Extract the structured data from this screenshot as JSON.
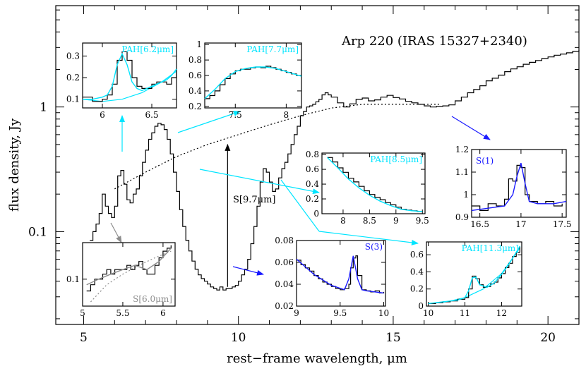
{
  "chart_data": {
    "main": {
      "type": "line",
      "title": "Arp 220 (IRAS 15327+2340)",
      "xlabel": "rest−frame wavelength, μm",
      "ylabel": "flux density, Jy",
      "xlim": [
        4.1,
        21.0
      ],
      "ylim": [
        0.018,
        6.5
      ],
      "yscale": "log",
      "xticks": [
        5,
        10,
        15,
        20
      ],
      "yticks": [
        0.1,
        1
      ],
      "ytick_labels": [
        "0.1",
        "1"
      ],
      "spectrum": {
        "x": [
          5.2,
          5.3,
          5.4,
          5.5,
          5.6,
          5.7,
          5.8,
          5.9,
          6.0,
          6.1,
          6.2,
          6.3,
          6.4,
          6.5,
          6.6,
          6.7,
          6.8,
          6.9,
          7.0,
          7.1,
          7.2,
          7.3,
          7.4,
          7.5,
          7.6,
          7.7,
          7.8,
          7.9,
          8.0,
          8.1,
          8.2,
          8.3,
          8.4,
          8.5,
          8.6,
          8.7,
          8.8,
          8.9,
          9.0,
          9.1,
          9.2,
          9.3,
          9.4,
          9.5,
          9.6,
          9.7,
          9.8,
          9.9,
          10.0,
          10.1,
          10.2,
          10.3,
          10.4,
          10.5,
          10.6,
          10.7,
          10.8,
          10.9,
          11.0,
          11.1,
          11.2,
          11.3,
          11.4,
          11.5,
          11.6,
          11.7,
          11.8,
          11.9,
          12.0,
          12.1,
          12.2,
          12.3,
          12.4,
          12.5,
          12.6,
          12.7,
          12.8,
          12.9,
          13.0,
          13.2,
          13.4,
          13.6,
          13.8,
          14.0,
          14.2,
          14.4,
          14.6,
          14.8,
          15.0,
          15.2,
          15.4,
          15.6,
          15.8,
          16.0,
          16.2,
          16.4,
          16.6,
          16.8,
          17.0,
          17.2,
          17.4,
          17.6,
          17.8,
          18.0,
          18.2,
          18.4,
          18.6,
          18.8,
          19.0,
          19.2,
          19.4,
          19.6,
          19.8,
          20.0,
          20.2,
          20.4,
          20.6,
          20.8,
          21.0
        ],
        "y": [
          0.085,
          0.1,
          0.115,
          0.14,
          0.2,
          0.16,
          0.14,
          0.13,
          0.16,
          0.28,
          0.31,
          0.24,
          0.18,
          0.17,
          0.2,
          0.22,
          0.28,
          0.36,
          0.45,
          0.55,
          0.62,
          0.7,
          0.74,
          0.72,
          0.66,
          0.55,
          0.42,
          0.3,
          0.21,
          0.15,
          0.11,
          0.085,
          0.07,
          0.058,
          0.05,
          0.045,
          0.042,
          0.04,
          0.038,
          0.036,
          0.035,
          0.034,
          0.036,
          0.034,
          0.035,
          0.035,
          0.036,
          0.037,
          0.04,
          0.045,
          0.05,
          0.06,
          0.08,
          0.11,
          0.16,
          0.25,
          0.32,
          0.3,
          0.25,
          0.21,
          0.22,
          0.27,
          0.32,
          0.36,
          0.42,
          0.5,
          0.6,
          0.7,
          0.85,
          0.92,
          1.0,
          1.02,
          1.05,
          1.1,
          1.15,
          1.25,
          1.3,
          1.25,
          1.2,
          1.08,
          1.0,
          1.06,
          1.15,
          1.18,
          1.12,
          1.14,
          1.2,
          1.24,
          1.19,
          1.16,
          1.11,
          1.08,
          1.05,
          1.02,
          1.0,
          1.01,
          1.02,
          1.04,
          1.12,
          1.2,
          1.3,
          1.38,
          1.48,
          1.62,
          1.7,
          1.8,
          1.92,
          2.02,
          2.1,
          2.2,
          2.28,
          2.36,
          2.45,
          2.52,
          2.6,
          2.66,
          2.72,
          2.8,
          2.86
        ]
      },
      "continuum": {
        "x": [
          6.0,
          7.0,
          8.0,
          9.0,
          10.0,
          11.0,
          12.0,
          13.0,
          14.0,
          15.0,
          16.5
        ],
        "y": [
          0.22,
          0.3,
          0.4,
          0.5,
          0.6,
          0.72,
          0.85,
          0.98,
          1.05,
          1.05,
          1.05
        ]
      },
      "annotation": {
        "label": "S[9.7μm]",
        "x": 9.65,
        "y_from": 0.036,
        "y_to": 0.5
      }
    },
    "insets": [
      {
        "name": "PAH[6.2μm]",
        "label_color": "#00e5ff",
        "xlim": [
          5.8,
          6.75
        ],
        "ylim": [
          0.06,
          0.36
        ],
        "xticks": [
          6,
          6.5
        ],
        "yticks": [
          0.1,
          0.2,
          0.3
        ],
        "data_x": [
          5.8,
          5.9,
          6.0,
          6.05,
          6.1,
          6.15,
          6.2,
          6.25,
          6.3,
          6.35,
          6.4,
          6.45,
          6.5,
          6.55,
          6.6,
          6.65,
          6.7,
          6.75
        ],
        "data_y": [
          0.11,
          0.09,
          0.1,
          0.12,
          0.17,
          0.28,
          0.32,
          0.28,
          0.2,
          0.16,
          0.15,
          0.15,
          0.17,
          0.18,
          0.18,
          0.17,
          0.2,
          0.24
        ],
        "fit_x": [
          5.8,
          5.9,
          6.0,
          6.05,
          6.1,
          6.15,
          6.2,
          6.25,
          6.3,
          6.35,
          6.4,
          6.45,
          6.5,
          6.55,
          6.6,
          6.65,
          6.7,
          6.75
        ],
        "fit_y": [
          0.1,
          0.1,
          0.11,
          0.12,
          0.16,
          0.26,
          0.31,
          0.26,
          0.18,
          0.15,
          0.14,
          0.15,
          0.16,
          0.17,
          0.18,
          0.19,
          0.21,
          0.24
        ],
        "cont_x": [
          5.8,
          6.0,
          6.2,
          6.4,
          6.6,
          6.75
        ],
        "cont_y": [
          0.1,
          0.09,
          0.1,
          0.13,
          0.18,
          0.23
        ]
      },
      {
        "name": "PAH[7.7μm]",
        "label_color": "#00e5ff",
        "xlim": [
          7.2,
          8.15
        ],
        "ylim": [
          0.18,
          1.02
        ],
        "xticks": [
          7.5,
          8
        ],
        "yticks": [
          0.2,
          0.4,
          0.6,
          0.8,
          1
        ],
        "data_x": [
          7.2,
          7.25,
          7.3,
          7.35,
          7.4,
          7.45,
          7.5,
          7.55,
          7.6,
          7.65,
          7.7,
          7.75,
          7.8,
          7.85,
          7.9,
          7.95,
          8.0,
          8.05,
          8.1,
          8.15
        ],
        "data_y": [
          0.3,
          0.34,
          0.4,
          0.48,
          0.56,
          0.62,
          0.66,
          0.68,
          0.68,
          0.7,
          0.71,
          0.7,
          0.72,
          0.7,
          0.68,
          0.66,
          0.64,
          0.62,
          0.6,
          0.58
        ],
        "fit_x": [
          7.2,
          7.3,
          7.4,
          7.5,
          7.6,
          7.7,
          7.8,
          7.9,
          8.0,
          8.1,
          8.15
        ],
        "fit_y": [
          0.3,
          0.42,
          0.56,
          0.65,
          0.69,
          0.71,
          0.71,
          0.69,
          0.65,
          0.61,
          0.59
        ]
      },
      {
        "name": "PAH[8.5μm]",
        "label_color": "#00e5ff",
        "xlim": [
          7.6,
          9.55
        ],
        "ylim": [
          0.0,
          0.82
        ],
        "xticks": [
          8,
          8.5,
          9,
          9.5
        ],
        "yticks": [
          0,
          0.2,
          0.4,
          0.6,
          0.8
        ],
        "data_x": [
          7.7,
          7.8,
          7.9,
          8.0,
          8.1,
          8.2,
          8.3,
          8.4,
          8.5,
          8.6,
          8.7,
          8.8,
          8.9,
          9.0,
          9.1,
          9.2,
          9.3,
          9.4,
          9.5
        ],
        "data_y": [
          0.76,
          0.7,
          0.62,
          0.56,
          0.48,
          0.43,
          0.37,
          0.31,
          0.26,
          0.22,
          0.19,
          0.15,
          0.12,
          0.09,
          0.06,
          0.05,
          0.04,
          0.03,
          0.02
        ],
        "fit_x": [
          7.7,
          7.9,
          8.1,
          8.3,
          8.5,
          8.7,
          8.9,
          9.1,
          9.3,
          9.5
        ],
        "fit_y": [
          0.76,
          0.62,
          0.47,
          0.35,
          0.25,
          0.17,
          0.11,
          0.06,
          0.04,
          0.03
        ]
      },
      {
        "name": "S(1)",
        "label_color": "#1a1aff",
        "xlim": [
          16.4,
          17.55
        ],
        "ylim": [
          0.9,
          1.2
        ],
        "xticks": [
          16.5,
          17,
          17.5
        ],
        "yticks": [
          0.9,
          1,
          1.1,
          1.2
        ],
        "data_x": [
          16.4,
          16.5,
          16.6,
          16.7,
          16.8,
          16.85,
          16.9,
          16.95,
          17.0,
          17.05,
          17.1,
          17.2,
          17.3,
          17.4,
          17.5
        ],
        "data_y": [
          0.95,
          0.93,
          0.96,
          0.95,
          0.98,
          1.07,
          1.06,
          1.13,
          1.12,
          1.0,
          0.97,
          0.96,
          0.97,
          0.95,
          0.96
        ],
        "fit_x": [
          16.4,
          16.6,
          16.8,
          16.9,
          16.95,
          17.0,
          17.05,
          17.1,
          17.2,
          17.4,
          17.55
        ],
        "fit_y": [
          0.93,
          0.94,
          0.95,
          1.0,
          1.08,
          1.14,
          1.05,
          0.97,
          0.96,
          0.96,
          0.97
        ]
      },
      {
        "name": "S(3)",
        "label_color": "#1a1aff",
        "xlim": [
          9.0,
          10.02
        ],
        "ylim": [
          0.02,
          0.08
        ],
        "xticks": [
          9,
          9.5,
          10
        ],
        "yticks": [
          0.02,
          0.04,
          0.06,
          0.08
        ],
        "data_x": [
          9.0,
          9.05,
          9.1,
          9.15,
          9.2,
          9.25,
          9.3,
          9.35,
          9.4,
          9.45,
          9.5,
          9.55,
          9.6,
          9.62,
          9.65,
          9.68,
          9.7,
          9.75,
          9.8,
          9.85,
          9.9,
          9.95,
          10.0
        ],
        "data_y": [
          0.062,
          0.058,
          0.055,
          0.052,
          0.048,
          0.045,
          0.042,
          0.04,
          0.038,
          0.036,
          0.035,
          0.036,
          0.04,
          0.055,
          0.064,
          0.066,
          0.048,
          0.035,
          0.034,
          0.033,
          0.034,
          0.032,
          0.033
        ],
        "fit_x": [
          9.0,
          9.2,
          9.4,
          9.55,
          9.6,
          9.65,
          9.7,
          9.75,
          9.8,
          10.0
        ],
        "fit_y": [
          0.063,
          0.049,
          0.039,
          0.035,
          0.045,
          0.066,
          0.045,
          0.035,
          0.034,
          0.032
        ]
      },
      {
        "name": "PAH[11.3μm]",
        "label_color": "#00e5ff",
        "xlim": [
          9.95,
          12.55
        ],
        "ylim": [
          0.0,
          0.75
        ],
        "xticks": [
          10,
          11,
          12
        ],
        "yticks": [
          0,
          0.2,
          0.4,
          0.6
        ],
        "data_x": [
          10.0,
          10.2,
          10.4,
          10.6,
          10.8,
          11.0,
          11.1,
          11.2,
          11.3,
          11.4,
          11.5,
          11.6,
          11.7,
          11.8,
          11.9,
          12.0,
          12.1,
          12.2,
          12.3,
          12.4,
          12.5
        ],
        "data_y": [
          0.03,
          0.04,
          0.05,
          0.06,
          0.08,
          0.1,
          0.2,
          0.35,
          0.32,
          0.25,
          0.22,
          0.23,
          0.26,
          0.28,
          0.33,
          0.38,
          0.45,
          0.5,
          0.58,
          0.63,
          0.7
        ],
        "fit_x": [
          10.0,
          10.4,
          10.8,
          11.0,
          11.1,
          11.2,
          11.3,
          11.4,
          11.6,
          11.8,
          12.0,
          12.2,
          12.5
        ],
        "fit_y": [
          0.03,
          0.05,
          0.07,
          0.1,
          0.18,
          0.33,
          0.34,
          0.25,
          0.22,
          0.27,
          0.37,
          0.49,
          0.7
        ],
        "cont_x": [
          10.0,
          10.5,
          11.0,
          11.5,
          12.0,
          12.5
        ],
        "cont_y": [
          0.03,
          0.05,
          0.1,
          0.2,
          0.38,
          0.68
        ]
      },
      {
        "name": "S[6.0μm]",
        "label_color": "#8c8c8c",
        "xlim": [
          5.0,
          6.15
        ],
        "ylim": [
          0.06,
          0.2
        ],
        "yscale": "log",
        "xticks": [
          5,
          5.5,
          6
        ],
        "yticks": [
          0.1
        ],
        "data_x": [
          5.05,
          5.1,
          5.15,
          5.2,
          5.25,
          5.3,
          5.35,
          5.4,
          5.45,
          5.5,
          5.55,
          5.6,
          5.65,
          5.7,
          5.75,
          5.8,
          5.85,
          5.9,
          5.95,
          6.0,
          6.05,
          6.1
        ],
        "data_y": [
          0.08,
          0.09,
          0.1,
          0.1,
          0.11,
          0.12,
          0.11,
          0.12,
          0.12,
          0.12,
          0.13,
          0.12,
          0.13,
          0.14,
          0.12,
          0.11,
          0.11,
          0.13,
          0.15,
          0.17,
          0.18,
          0.19
        ],
        "fit_x": [
          5.05,
          5.2,
          5.35,
          5.5,
          5.65,
          5.8,
          5.95,
          6.1
        ],
        "fit_y": [
          0.09,
          0.1,
          0.11,
          0.12,
          0.13,
          0.12,
          0.14,
          0.18
        ],
        "cont_x": [
          5.1,
          5.3,
          5.5,
          5.7,
          5.9,
          6.1
        ],
        "cont_y": [
          0.065,
          0.09,
          0.11,
          0.13,
          0.15,
          0.17
        ]
      }
    ],
    "colors": {
      "spectrum": "#000000",
      "pah_fit": "#00e5ff",
      "h2_fit": "#1a1aff",
      "silicate": "#8c8c8c"
    }
  }
}
